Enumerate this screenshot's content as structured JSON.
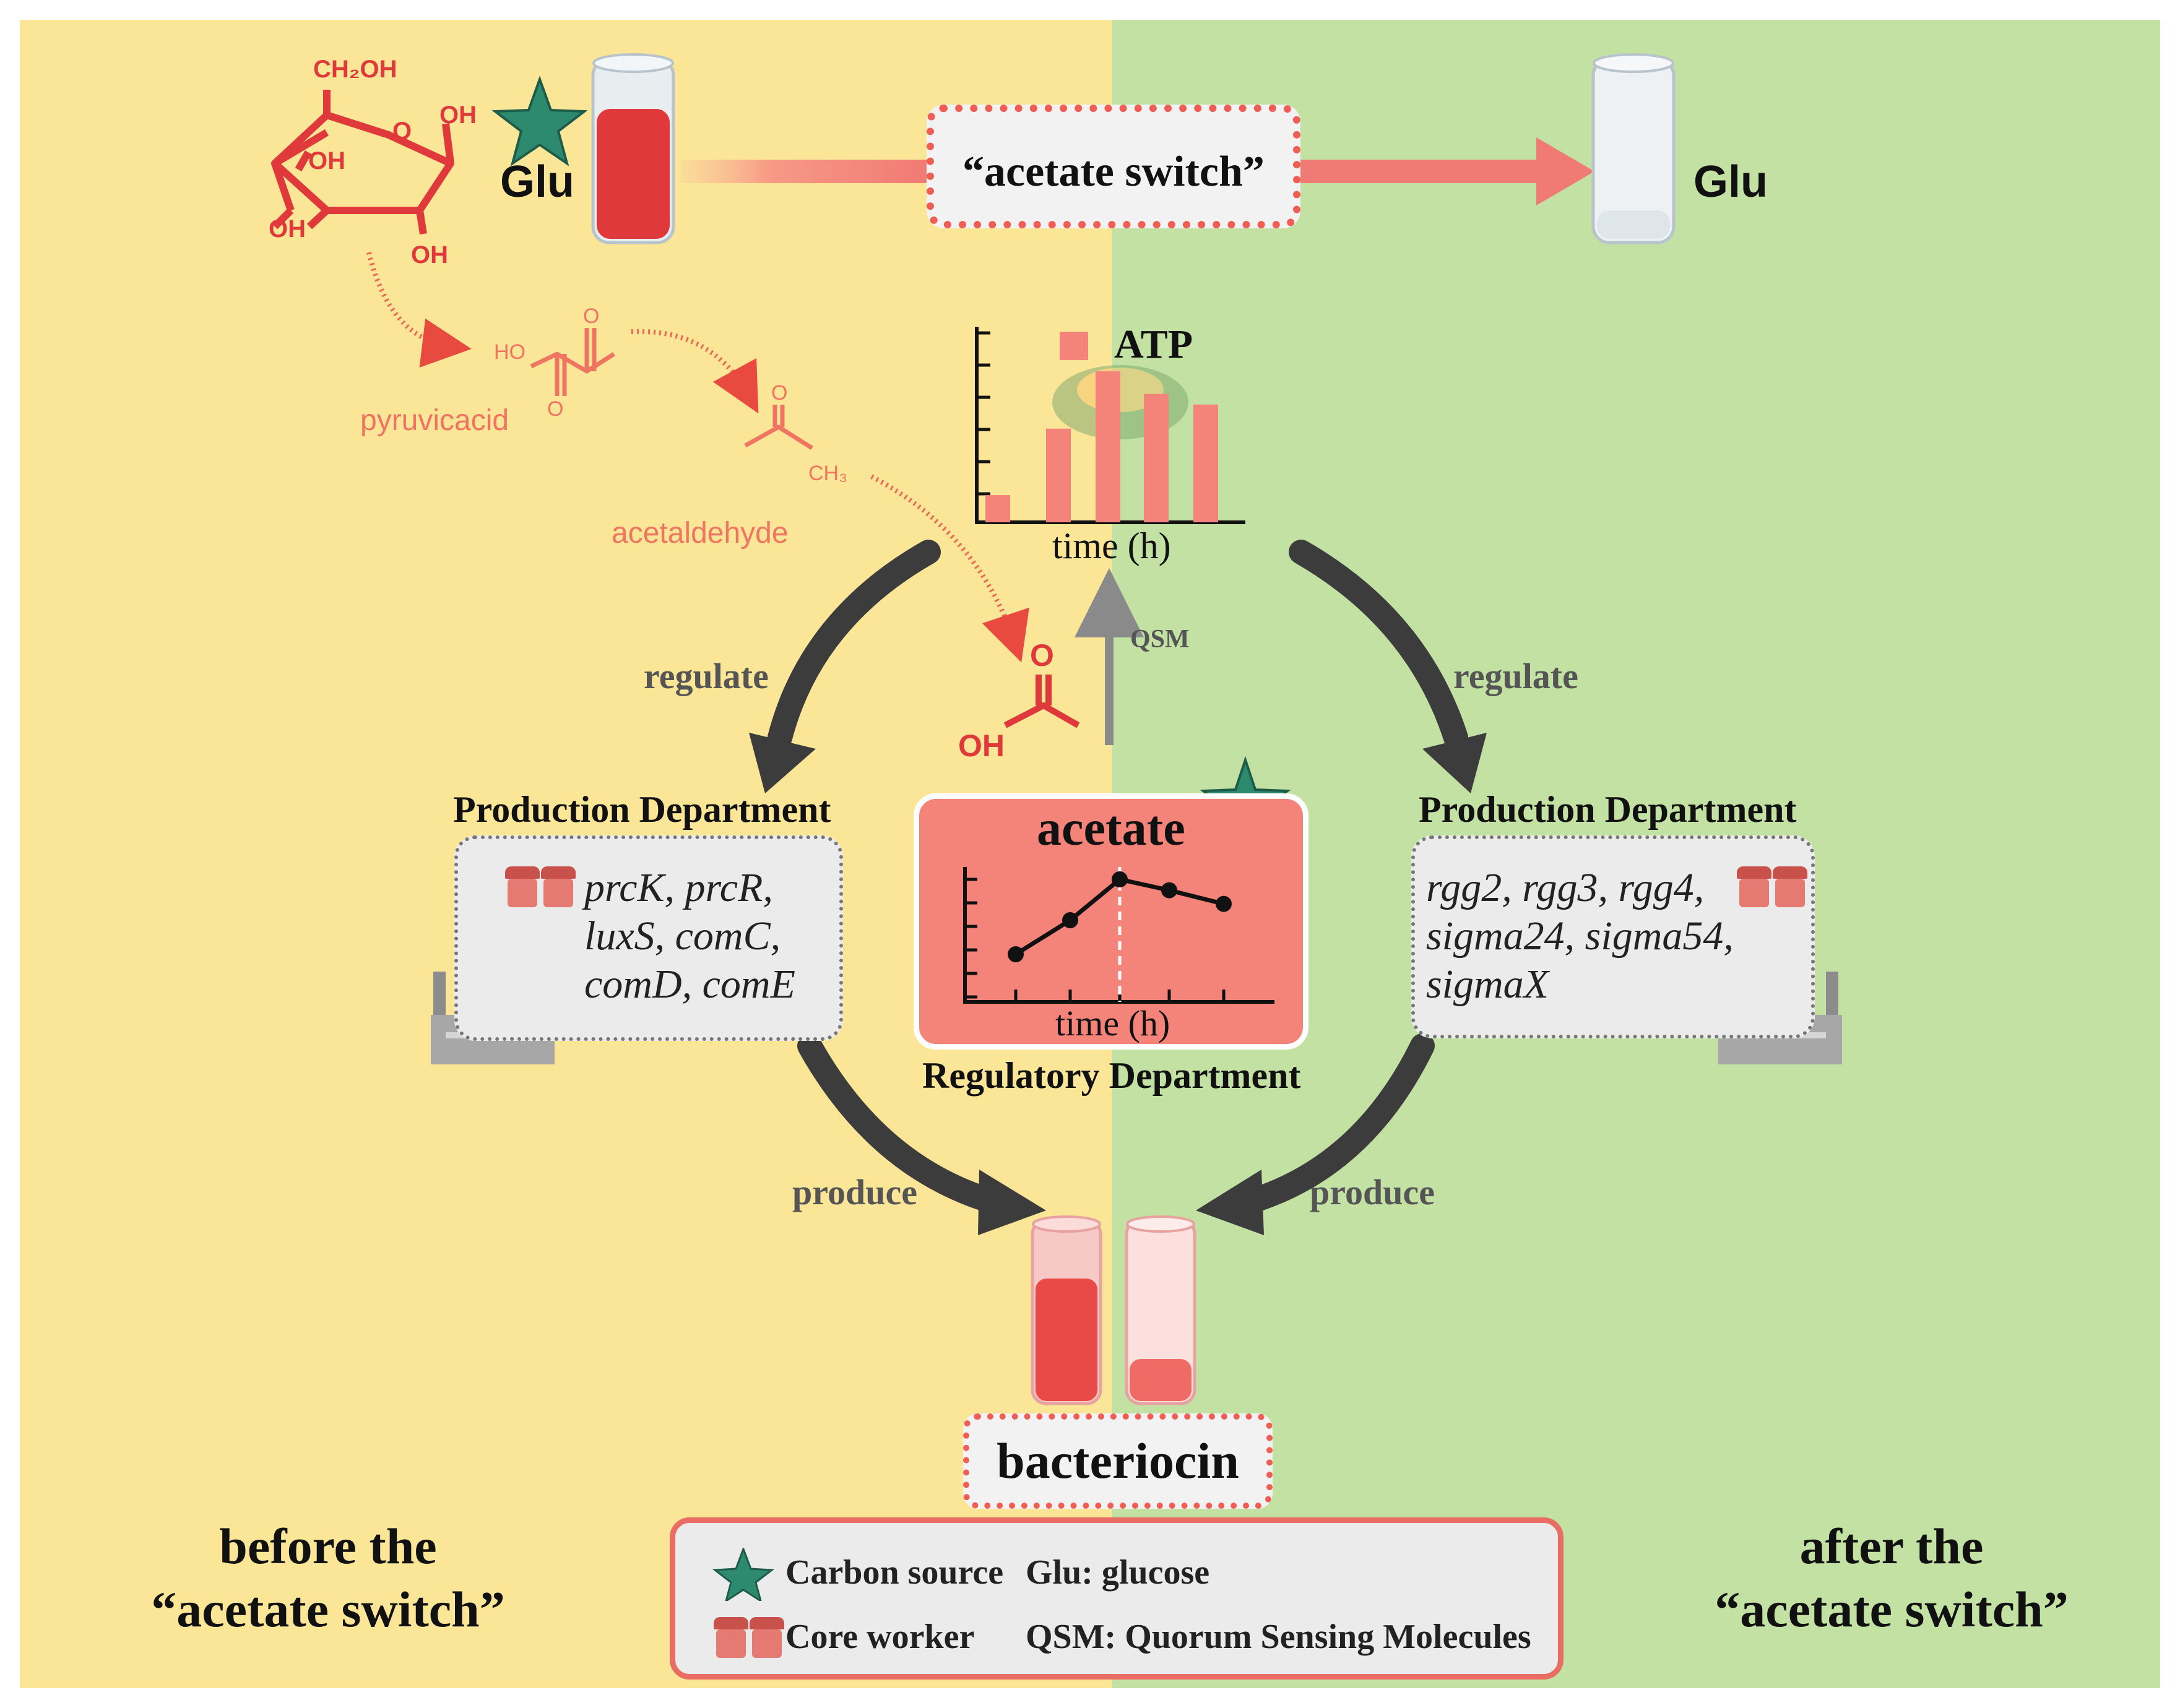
{
  "header": {
    "glu_left": "Glu",
    "glu_right": "Glu",
    "switch_label": "“acetate switch”"
  },
  "glucose": {
    "ch2oh": "CH₂OH",
    "oh_1": "OH",
    "oh_2": "OH",
    "oh_3": "OH",
    "oh_4": "OH",
    "ring_o": "O"
  },
  "pathway": {
    "ho": "HO",
    "pyruvic_o1": "O",
    "pyruvic_o2": "O",
    "pyruvic_label": "pyruvicacid",
    "acet_o": "O",
    "ch3": "CH₃",
    "acetaldehyde_label": "acetaldehyde",
    "acetic_o": "O",
    "acetic_oh": "OH"
  },
  "atp_chart": {
    "legend": "ATP",
    "xlabel": "time (h)"
  },
  "qsm_label": "QSM",
  "regulate_left": "regulate",
  "regulate_right": "regulate",
  "produce_left": "produce",
  "produce_right": "produce",
  "prod_left": {
    "title": "Production Department",
    "genes": [
      "prcK, prcR,",
      "luxS, comC,",
      "comD, comE"
    ]
  },
  "prod_right": {
    "title": "Production Department",
    "genes": [
      "rgg2, rgg3, rgg4,",
      "sigma24, sigma54,",
      "sigmaX"
    ]
  },
  "regulatory": {
    "title": "acetate",
    "xlabel": "time (h)",
    "dept_label": "Regulatory Department"
  },
  "bacteriocin": "bacteriocin",
  "side_labels": {
    "before_1": "before the",
    "before_2": "“acetate switch”",
    "after_1": "after the",
    "after_2": "“acetate switch”"
  },
  "legend": {
    "carbon_source": "Carbon source",
    "glu_def": "Glu: glucose",
    "core_worker": "Core worker",
    "qsm_def": "QSM: Quorum Sensing Molecules"
  },
  "colors": {
    "left_panel": "#fbe697",
    "right_panel": "#c2e1a3",
    "accent_red": "#e0393b",
    "salmon": "#f4837a",
    "star_teal": "#2e8a6e",
    "arrow_dark": "#3c3c3c"
  },
  "icons": [
    "star-icon",
    "worker-icon",
    "factory-icon",
    "test-tube-icon",
    "bacterium-icon"
  ],
  "chart_data": [
    {
      "type": "bar",
      "title": "",
      "legend": [
        "ATP"
      ],
      "xlabel": "time (h)",
      "ylabel": "",
      "series": [
        {
          "name": "ATP",
          "values": [
            0.18,
            0.62,
            1.0,
            0.85,
            0.78
          ]
        }
      ]
    },
    {
      "type": "line",
      "title": "acetate",
      "xlabel": "time (h)",
      "ylabel": "",
      "x": [
        1,
        2,
        3,
        4,
        5
      ],
      "series": [
        {
          "values": [
            0.35,
            0.6,
            0.9,
            0.82,
            0.72
          ]
        }
      ],
      "annotation": "dashed vertical line at time point 3"
    }
  ]
}
